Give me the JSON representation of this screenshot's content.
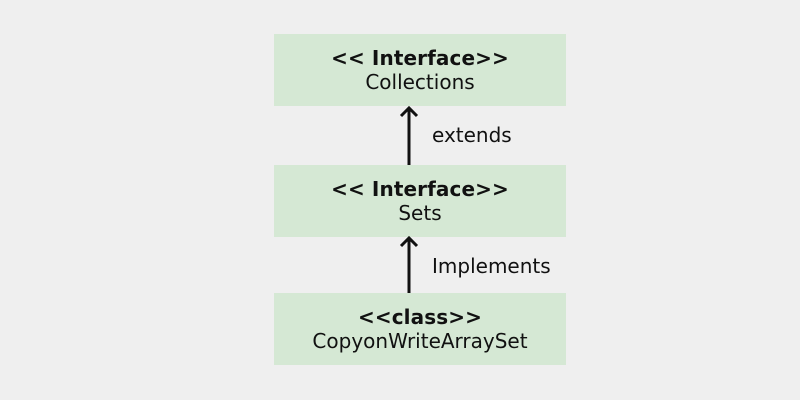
{
  "diagram": {
    "nodes": [
      {
        "stereotype": "<< Interface>>",
        "name": "Collections"
      },
      {
        "stereotype": "<< Interface>>",
        "name": "Sets"
      },
      {
        "stereotype": "<<class>>",
        "name": "CopyonWriteArraySet"
      }
    ],
    "edges": [
      {
        "label": "extends"
      },
      {
        "label": "Implements"
      }
    ],
    "colors": {
      "background": "#efefef",
      "box_fill": "#d5e8d4",
      "text": "#111111",
      "arrow": "#111111"
    }
  }
}
